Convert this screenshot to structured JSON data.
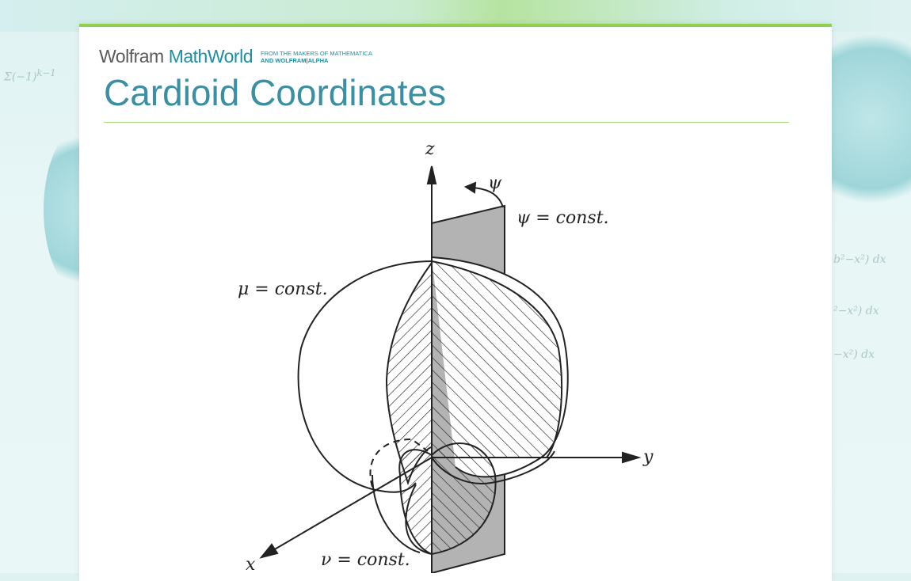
{
  "header": {
    "brand_wolfram": "Wolfram",
    "brand_mathworld": "MathWorld",
    "tagline_line1": "FROM THE MAKERS OF MATHEMATICA",
    "tagline_line2": "AND WOLFRAM|ALPHA"
  },
  "page": {
    "title": "Cardioid Coordinates"
  },
  "figure": {
    "z_label": "z",
    "y_label": "y",
    "x_label": "x",
    "psi_label": "ψ",
    "psi_const": "ψ = const.",
    "mu_const": "μ = const.",
    "nu_const": "ν = const."
  },
  "colors": {
    "accent": "#3a8fa3",
    "rule": "#8fd14f",
    "plane": "#b3b3b3"
  }
}
